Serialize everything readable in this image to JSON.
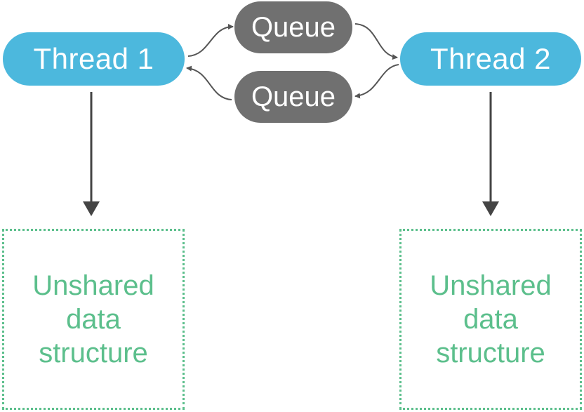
{
  "threads": {
    "left": "Thread 1",
    "right": "Thread 2"
  },
  "queues": {
    "top": "Queue",
    "bottom": "Queue"
  },
  "data_boxes": {
    "left": {
      "line1": "Unshared",
      "line2": "data",
      "line3": "structure"
    },
    "right": {
      "line1": "Unshared",
      "line2": "data",
      "line3": "structure"
    }
  },
  "colors": {
    "thread_fill": "#4cb8dd",
    "queue_fill": "#707070",
    "data_box_accent": "#5cbf8c",
    "arrow": "#444444"
  }
}
